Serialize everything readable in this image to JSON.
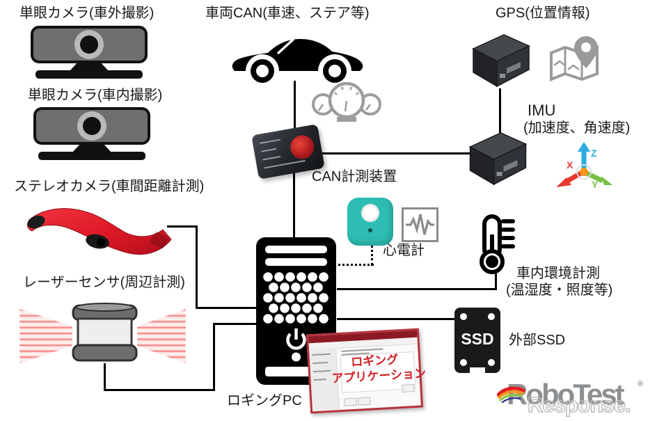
{
  "labels": {
    "mono_cam_ext": "単眼カメラ(車外撮影)",
    "mono_cam_int": "単眼カメラ(車内撮影)",
    "vehicle_can": "車両CAN(車速、ステア等)",
    "gps": "GPS(位置情報)",
    "imu_name": "IMU",
    "imu_detail": "(加速度、角速度)",
    "can_device": "CAN計測装置",
    "stereo_cam": "ステレオカメラ(車間距離計測)",
    "ecg": "心電計",
    "env_name": "車内環境計測",
    "env_detail": "(温湿度・照度等)",
    "laser": "レーザーセンサ(周辺計測)",
    "external_ssd": "外部SSD",
    "logging_pc": "ロギングPC",
    "logging_app_line1": "ロギング",
    "logging_app_line2": "アプリケーション"
  },
  "icons": {
    "ssd_text": "SSD",
    "axes": {
      "x": "X",
      "y": "Y",
      "z": "Z"
    }
  },
  "logo": {
    "name": "RoboTest",
    "registered": "®",
    "watermark": "Response."
  },
  "colors": {
    "connector_line": "#000000",
    "label_text": "#1a1a1a",
    "ecg_device_teal": "#2ebdb3",
    "stereo_camera_red": "#e3212f",
    "app_window_red": "#d21f26",
    "app_border_red": "#b5313b",
    "axis_x_red": "#e8392f",
    "axis_y_green": "#76c043",
    "axis_z_blue": "#29abe2",
    "axis_center_orange": "#f7941d",
    "gauge_gray": "#9d9d9d",
    "logo_gray": "#8d9093"
  }
}
